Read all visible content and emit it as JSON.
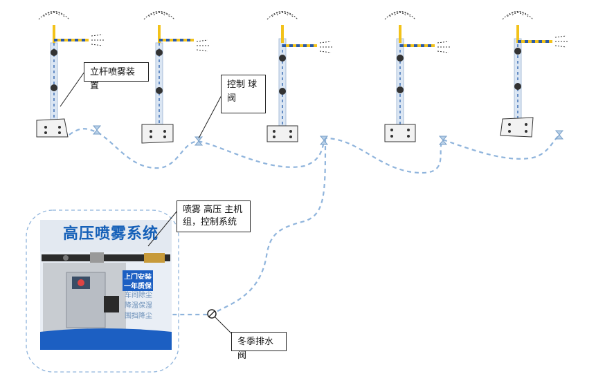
{
  "labels": {
    "pole_device": "立杆喷雾装置",
    "ball_valve_line1": "控制 球",
    "ball_valve_line2": "阀",
    "host_line1": "喷雾 高压 主机",
    "host_line2": "组，控制系统",
    "drain_valve": "冬季排水阀"
  },
  "panel": {
    "title": "高压喷雾系统",
    "badges": [
      "上门安装",
      "一年质保",
      "车间除尘",
      "降温保湿",
      "围挡降尘"
    ]
  },
  "colors": {
    "pipe": "#8fb4dc",
    "pole_stripe_yellow": "#f2c21a",
    "pole_stripe_blue": "#2a5aa8",
    "panel_blue": "#1c5fc2"
  }
}
